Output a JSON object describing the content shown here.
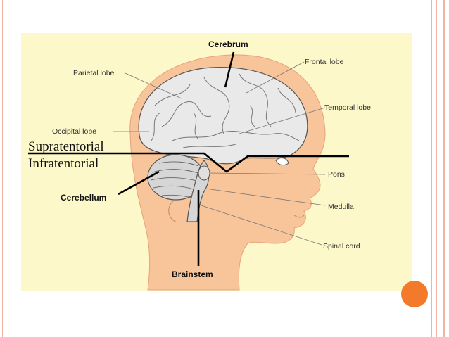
{
  "diagram": {
    "labels": {
      "cerebrum": "Cerebrum",
      "frontal_lobe": "Frontal lobe",
      "parietal_lobe": "Parietal lobe",
      "temporal_lobe": "Temporal lobe",
      "occipital_lobe": "Occipital lobe",
      "supratentorial": "Supratentorial",
      "infratentorial": "Infratentorial",
      "pons": "Pons",
      "cerebellum": "Cerebellum",
      "medulla": "Medulla",
      "spinal_cord": "Spinal cord",
      "brainstem": "Brainstem"
    }
  },
  "colors": {
    "panel": "#fdf8c9",
    "head_skin": "#f8c49a",
    "brain": "#e9e9e9",
    "accent": "#f27a2a",
    "border": "#f3b3a2"
  }
}
